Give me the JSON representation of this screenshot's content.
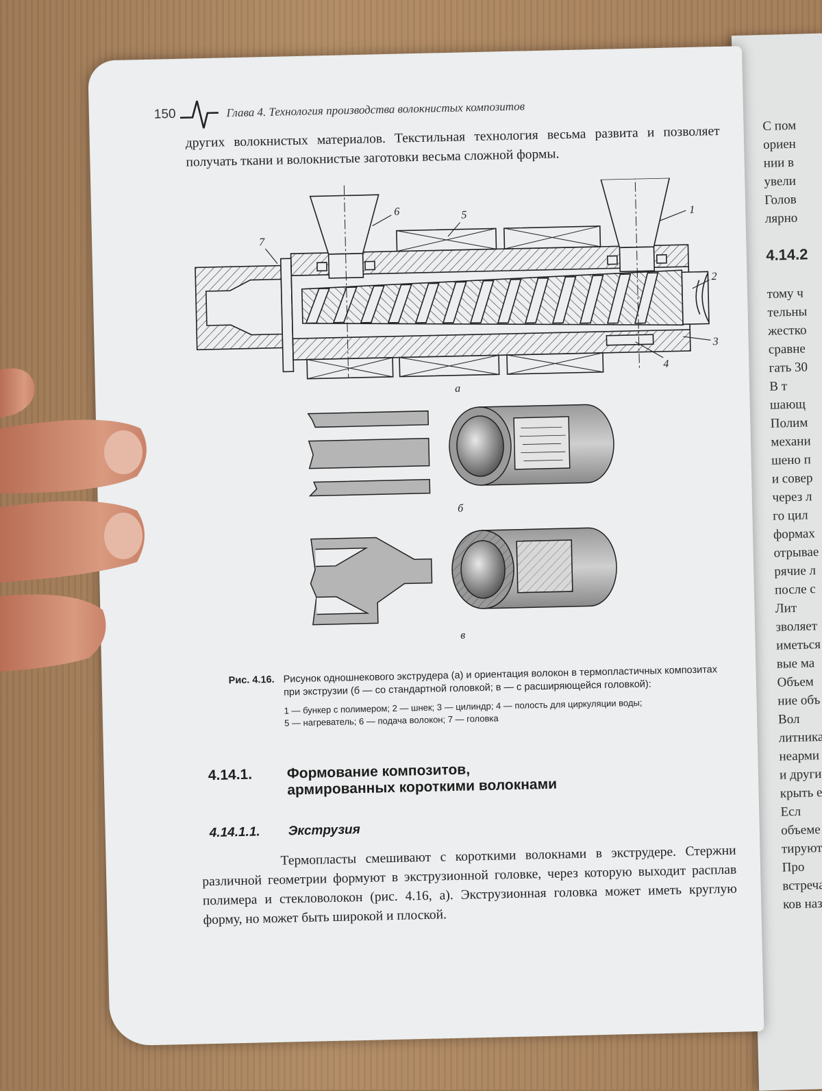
{
  "header": {
    "page_number": "150",
    "running_title": "Глава 4. Технология производства волокнистых композитов"
  },
  "intro_text": "других волокнистых материалов. Текстильная технология весьма развита и позволяет получать ткани и волокнистые заготовки весьма сложной формы.",
  "figure": {
    "callouts": [
      "1",
      "2",
      "3",
      "4",
      "5",
      "6",
      "7"
    ],
    "panel_a": "а",
    "panel_b": "б",
    "panel_c": "в"
  },
  "caption": {
    "label": "Рис. 4.16.",
    "text": "Рисунок одношнекового экструдера (а) и ориентация волокон в термопластичных композитах при экструзии (б — со стандартной головкой; в — с расширяющейся головкой):",
    "legend_line1": "1 — бункер с полимером; 2 — шнек; 3 — цилиндр; 4 — полость для циркуляции воды;",
    "legend_line2": "5 — нагреватель; 6 — подача волокон; 7 — головка"
  },
  "section": {
    "number": "4.14.1.",
    "title_line1": "Формование композитов,",
    "title_line2": "армированных короткими волокнами"
  },
  "subsection": {
    "number": "4.14.1.1.",
    "title": "Экструзия"
  },
  "body_text": "Термопласты смешивают с короткими волокнами в экструдере. Стержни различной геометрии формуют в экструзионной головке, через которую выходит расплав полимера и стекловолокон (рис. 4.16, а). Экструзионная головка может иметь круглую форму, но может быть широкой и плоской.",
  "right_page": {
    "lines_top": [
      "С пом",
      "ориен",
      "нии в",
      "увели",
      "Голов",
      "лярно"
    ],
    "heading": "4.14.2",
    "lines_bottom": [
      "тому ч",
      "тельны",
      "жестко",
      "сравне",
      "гать 30",
      "В т",
      "шающ",
      "Полим",
      "механи",
      "шено п",
      "и совер",
      "через л",
      "го цил",
      "формах",
      "отрывае",
      "рячие л",
      "после с",
      "Лит",
      "зволяет",
      "иметься",
      "вые ма",
      "Объем",
      "ние объ",
      "Вол",
      "литника",
      "неарми",
      "и други",
      "крыть е",
      "Есл",
      "объеме",
      "тируют",
      "Про",
      "встреча",
      "ков наз"
    ]
  }
}
